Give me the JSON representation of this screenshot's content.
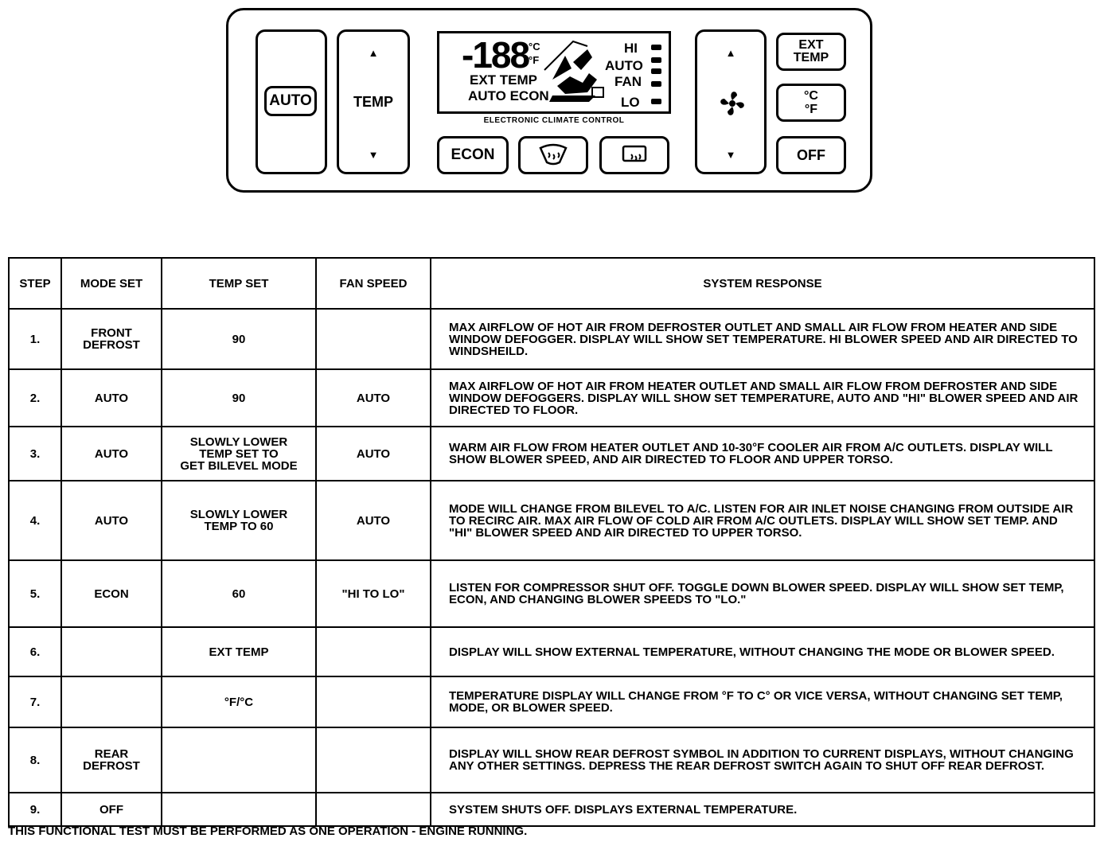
{
  "panel": {
    "auto_button": "AUTO",
    "temp_label": "TEMP",
    "display": {
      "digits": "-188",
      "unit_c": "°C",
      "unit_f": "°F",
      "ext_temp": "EXT TEMP",
      "auto_econ": "AUTO ECON",
      "hi": "HI",
      "auto": "AUTO",
      "fan": "FAN",
      "lo": "LO"
    },
    "display_caption": "ELECTRONIC CLIMATE CONTROL",
    "econ_button": "ECON",
    "ext_temp_button": "EXT\nTEMP",
    "units_button_c": "°C",
    "units_button_f": "°F",
    "off_button": "OFF",
    "arrow_up": "▲",
    "arrow_down": "▼"
  },
  "table": {
    "headers": [
      "STEP",
      "MODE SET",
      "TEMP SET",
      "FAN SPEED",
      "SYSTEM RESPONSE"
    ],
    "rows": [
      {
        "step": "1.",
        "mode": "FRONT\nDEFROST",
        "temp": "90",
        "fan": "",
        "response": "MAX AIRFLOW OF HOT AIR FROM DEFROSTER OUTLET AND SMALL AIR FLOW FROM HEATER AND SIDE WINDOW DEFOGGER.  DISPLAY WILL SHOW SET TEMPERATURE. HI BLOWER SPEED AND AIR DIRECTED TO WINDSHEILD."
      },
      {
        "step": "2.",
        "mode": "AUTO",
        "temp": "90",
        "fan": "AUTO",
        "response": "MAX AIRFLOW OF HOT AIR FROM HEATER OUTLET AND SMALL AIR FLOW FROM DEFROSTER AND SIDE WINDOW DEFOGGERS.  DISPLAY WILL SHOW SET TEMPERATURE, AUTO AND \"HI\" BLOWER SPEED AND AIR DIRECTED TO FLOOR."
      },
      {
        "step": "3.",
        "mode": "AUTO",
        "temp": "SLOWLY LOWER\nTEMP SET TO\nGET BILEVEL MODE",
        "fan": "AUTO",
        "response": "WARM AIR FLOW FROM HEATER OUTLET AND 10-30°F COOLER AIR FROM A/C OUTLETS.  DISPLAY WILL SHOW BLOWER SPEED, AND AIR DIRECTED TO FLOOR AND UPPER TORSO."
      },
      {
        "step": "4.",
        "mode": "AUTO",
        "temp": "SLOWLY LOWER\nTEMP TO 60",
        "fan": "AUTO",
        "response": "MODE WILL CHANGE FROM BILEVEL TO A/C.  LISTEN FOR AIR INLET NOISE CHANGING FROM OUTSIDE AIR TO RECIRC AIR.  MAX AIR FLOW OF COLD AIR FROM A/C OUTLETS.  DISPLAY WILL SHOW SET TEMP. AND \"HI\" BLOWER SPEED AND AIR DIRECTED TO UPPER TORSO."
      },
      {
        "step": "5.",
        "mode": "ECON",
        "temp": "60",
        "fan": "\"HI TO LO\"",
        "response": "LISTEN FOR COMPRESSOR SHUT OFF.  TOGGLE DOWN BLOWER SPEED.  DISPLAY WILL SHOW SET TEMP, ECON, AND CHANGING BLOWER SPEEDS TO \"LO.\""
      },
      {
        "step": "6.",
        "mode": "",
        "temp": "EXT TEMP",
        "fan": "",
        "response": "DISPLAY WILL SHOW EXTERNAL TEMPERATURE, WITHOUT CHANGING THE MODE OR BLOWER SPEED."
      },
      {
        "step": "7.",
        "mode": "",
        "temp": "°F/°C",
        "fan": "",
        "response": "TEMPERATURE DISPLAY WILL CHANGE FROM °F TO C° OR VICE VERSA, WITHOUT CHANGING SET TEMP, MODE, OR BLOWER SPEED."
      },
      {
        "step": "8.",
        "mode": "REAR\nDEFROST",
        "temp": "",
        "fan": "",
        "response": "DISPLAY WILL SHOW REAR DEFROST SYMBOL IN ADDITION TO CURRENT DISPLAYS, WITHOUT CHANGING ANY OTHER SETTINGS.  DEPRESS THE REAR DEFROST SWITCH AGAIN TO SHUT OFF REAR DEFROST."
      },
      {
        "step": "9.",
        "mode": "OFF",
        "temp": "",
        "fan": "",
        "response": "SYSTEM SHUTS OFF.  DISPLAYS EXTERNAL TEMPERATURE."
      }
    ]
  },
  "footnote": "THIS FUNCTIONAL TEST MUST BE PERFORMED AS ONE OPERATION - ENGINE RUNNING."
}
